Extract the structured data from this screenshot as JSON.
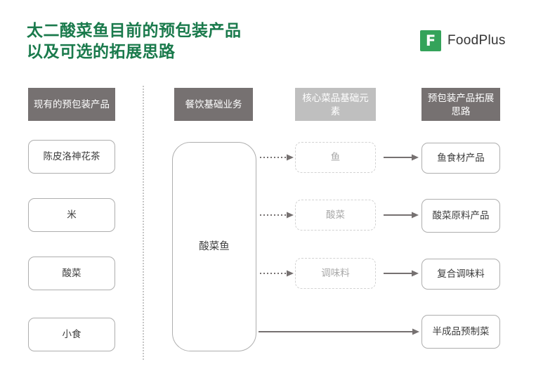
{
  "title": {
    "line1": "太二酸菜鱼目前的预包装产品",
    "line2": "以及可选的拓展思路",
    "color": "#1a7a4c"
  },
  "logo": {
    "mark_letter": "F",
    "wordmark": "FoodPlus",
    "brand_color": "#34a35a"
  },
  "columns": [
    {
      "id": "existing-products",
      "label": "现有的预包装产品",
      "bg": "#767171"
    },
    {
      "id": "restaurant-base-business",
      "label": "餐饮基础业务",
      "bg": "#767171"
    },
    {
      "id": "core-dish-elements",
      "label": "核心菜品基础元素",
      "bg": "#bfbfbf"
    },
    {
      "id": "packaged-product-expansion",
      "label": "预包装产品拓展思路",
      "bg": "#767171"
    }
  ],
  "existing_products": [
    {
      "label": "陈皮洛神花茶"
    },
    {
      "label": "米"
    },
    {
      "label": "酸菜"
    },
    {
      "label": "小食"
    }
  ],
  "center": {
    "label": "酸菜鱼"
  },
  "core_elements": [
    {
      "label": "鱼"
    },
    {
      "label": "酸菜"
    },
    {
      "label": "调味料"
    }
  ],
  "expansion_products": [
    {
      "label": "鱼食材产品"
    },
    {
      "label": "酸菜原料产品"
    },
    {
      "label": "复合调味料"
    },
    {
      "label": "半成品预制菜"
    }
  ],
  "connectors": {
    "dotted_label": "dotted-arrow",
    "solid_label": "solid-arrow",
    "long_label": "long-solid-arrow",
    "color": "#767171"
  }
}
